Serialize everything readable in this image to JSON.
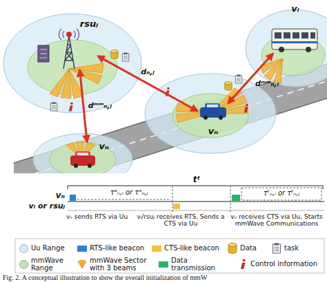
{
  "diagram": {
    "caption": "Fig. 2. A conceptual illustration to show the overall initialization of mmW",
    "nodes": [
      {
        "text": [
          "rsuⱼ"
        ]
      },
      {
        "text": [
          "vᵢ"
        ]
      },
      {
        "text": [
          "vₙ"
        ]
      },
      {
        "text": [
          "vₙ"
        ]
      }
    ],
    "edges": [
      {
        "from": 2,
        "to": 0,
        "arrow": "both",
        "label": "dₙ,ⱼ"
      },
      {
        "from": 2,
        "to": 1,
        "arrow": "both",
        "label": "dᵐᵐₙ,ᵢ"
      },
      {
        "from": 3,
        "to": 0,
        "arrow": "both",
        "label": "dᵐᵐₙ,ⱼ"
      }
    ],
    "labels": [
      "tᵗ",
      "vₙ",
      "vᵢ or rsuⱼ",
      "τᵃₙ,ᵢ or τᵃₙ,ⱼ",
      "τᵗₙ,ᵢ or τᵗₙ,ⱼ",
      "vₙ sends RTS via Uu",
      "vᵢ/rsuⱼ receives RTS, Sends a CTS via Uu",
      "vₙ receives CTS via Uu, Starts mmWave Communications"
    ],
    "legend": [
      {
        "text": "Uu Range",
        "color": "#d6eaf6"
      },
      {
        "text": "RTS-like beacon",
        "color": "#2f7fd8"
      },
      {
        "text": "CTS-like beacon",
        "color": "#f4c23c"
      },
      {
        "text": "Data"
      },
      {
        "text": "task"
      },
      {
        "text": "mmWave Range",
        "color": "#c6e5b1"
      },
      {
        "text": "mmWave Sector with 3 beams"
      },
      {
        "text": "Data transmission",
        "color": "#2bb36b"
      },
      {
        "text": "Control information"
      }
    ]
  }
}
